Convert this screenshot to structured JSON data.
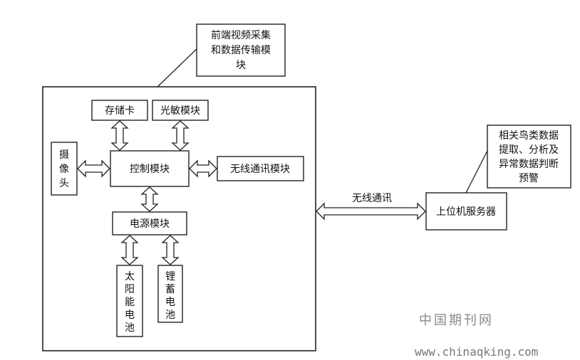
{
  "diagram": {
    "callout_front_end": [
      "前端视频采集",
      "和数据传输模",
      "块"
    ],
    "storage_card": "存储卡",
    "light_sensor": "光敏模块",
    "camera": [
      "摄",
      "像",
      "头"
    ],
    "control_module": "控制模块",
    "wireless_module": "无线通讯模块",
    "power_module": "电源模块",
    "solar_cell": [
      "太",
      "阳",
      "能",
      "电",
      "池"
    ],
    "lithium_battery": [
      "锂",
      "蓄",
      "电",
      "池"
    ],
    "wireless_link_label": "无线通讯",
    "server": "上位机服务器",
    "callout_server": [
      "相关鸟类数据",
      "提取、分析及",
      "异常数据判断",
      "预警"
    ]
  },
  "watermark": {
    "site_cn": "中国期刊网",
    "url": "www.chinaqking.com"
  }
}
